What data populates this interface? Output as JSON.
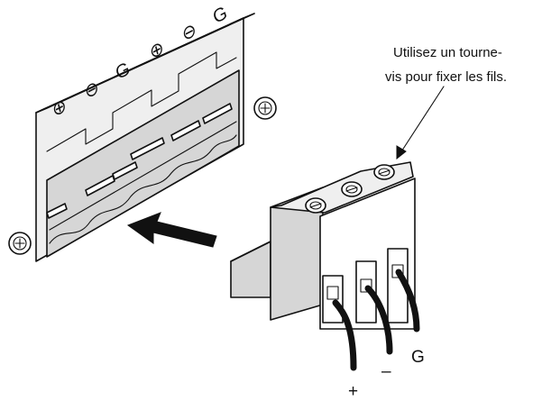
{
  "callout": {
    "line1": "Utilisez un tourne-",
    "line2": "vis pour fixer les fils."
  },
  "socket_markings": [
    "⊕",
    "⊖",
    "G",
    "⊕",
    "⊖",
    "G"
  ],
  "wire_labels": {
    "plus": "+",
    "minus": "–",
    "ground": "G"
  },
  "icons": {
    "screw": "screw-icon",
    "insert_arrow": "arrow-icon"
  }
}
